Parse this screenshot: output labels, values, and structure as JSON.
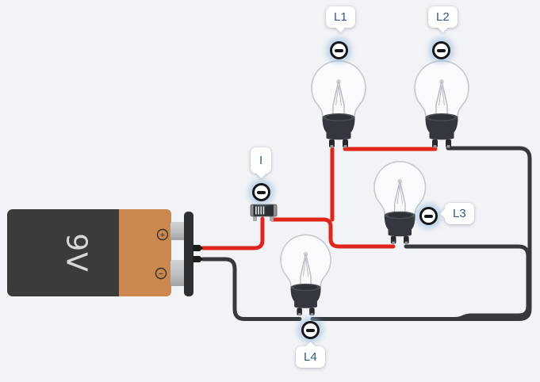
{
  "canvas": {
    "background_color": "#f1f3f6"
  },
  "battery": {
    "voltage_label": "9V",
    "positive_symbol": "+",
    "negative_symbol": "−",
    "body_color": "#3b3b3c",
    "accent_color": "#ca884e"
  },
  "probes": {
    "current": {
      "label": "I"
    },
    "lamp1": {
      "label": "L1"
    },
    "lamp2": {
      "label": "L2"
    },
    "lamp3": {
      "label": "L3"
    },
    "lamp4": {
      "label": "L4"
    }
  },
  "colors": {
    "wire_positive": "#e1251b",
    "wire_negative": "#35393e",
    "label_text": "#35587a",
    "probe_ring": "#141619",
    "bulb_glass_outline": "#c2c8ce",
    "socket_color": "#34383e"
  }
}
